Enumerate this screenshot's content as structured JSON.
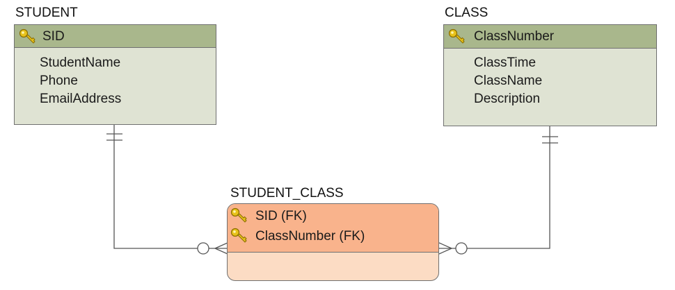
{
  "entities": {
    "student": {
      "title": "STUDENT",
      "keys": [
        "SID"
      ],
      "attributes": [
        "StudentName",
        "Phone",
        "EmailAddress"
      ]
    },
    "class": {
      "title": "CLASS",
      "keys": [
        "ClassNumber"
      ],
      "attributes": [
        "ClassTime",
        "ClassName",
        "Description"
      ]
    },
    "student_class": {
      "title": "STUDENT_CLASS",
      "keys": [
        "SID (FK)",
        "ClassNumber (FK)"
      ],
      "attributes": []
    }
  },
  "relationships": [
    {
      "from": "STUDENT",
      "to": "STUDENT_CLASS",
      "from_cardinality": "exactly-one",
      "to_cardinality": "zero-or-many"
    },
    {
      "from": "CLASS",
      "to": "STUDENT_CLASS",
      "from_cardinality": "exactly-one",
      "to_cardinality": "zero-or-many"
    }
  ],
  "colors": {
    "entity_fill": "#dfe3d3",
    "entity_key_fill": "#a9b78c",
    "associative_fill": "#fcdcc4",
    "associative_key_fill": "#f9b38c",
    "line": "#555555",
    "key_icon": "#e8c21a"
  }
}
